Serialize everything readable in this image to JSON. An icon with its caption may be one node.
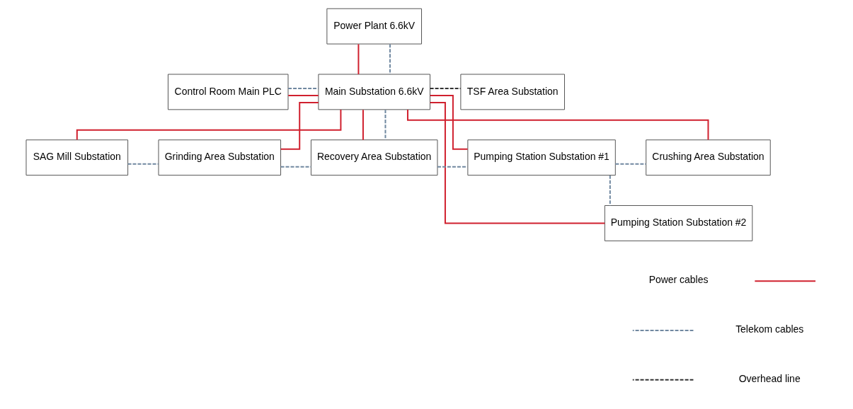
{
  "diagram": {
    "nodes": [
      {
        "text": [
          "Power Plant 6.6kV"
        ]
      },
      {
        "text": [
          "Control Room Main PLC"
        ]
      },
      {
        "text": [
          "Main Substation 6.6kV"
        ]
      },
      {
        "text": [
          "TSF Area Substation"
        ]
      },
      {
        "text": [
          "SAG Mill Substation"
        ]
      },
      {
        "text": [
          "Grinding Area Substation"
        ]
      },
      {
        "text": [
          "Recovery Area Substation"
        ]
      },
      {
        "text": [
          "Pumping Station Substation #1"
        ]
      },
      {
        "text": [
          "Crushing Area Substation"
        ]
      },
      {
        "text": [
          "Pumping Station Substation #2"
        ]
      }
    ],
    "edges": [
      {
        "from": 0,
        "to": 2,
        "arrow": "none",
        "color": "#d0202e"
      },
      {
        "from": 0,
        "to": 2,
        "arrow": "none",
        "style": "dashed",
        "color": "#7088a0"
      },
      {
        "from": 1,
        "to": 2,
        "arrow": "none",
        "style": "dashed",
        "color": "#7088a0"
      },
      {
        "from": 2,
        "to": 3,
        "arrow": "none",
        "style": "dashed",
        "color": "#333333"
      },
      {
        "from": 2,
        "to": 1,
        "arrow": "none",
        "color": "#d0202e"
      },
      {
        "from": 2,
        "to": 4,
        "arrow": "none",
        "color": "#d0202e"
      },
      {
        "from": 2,
        "to": 5,
        "arrow": "none",
        "color": "#d0202e"
      },
      {
        "from": 2,
        "to": 6,
        "arrow": "none",
        "color": "#d0202e"
      },
      {
        "from": 2,
        "to": 6,
        "arrow": "none",
        "style": "dashed",
        "color": "#7088a0"
      },
      {
        "from": 2,
        "to": 7,
        "arrow": "none",
        "color": "#d0202e"
      },
      {
        "from": 2,
        "to": 9,
        "arrow": "none",
        "color": "#d0202e"
      },
      {
        "from": 2,
        "to": 8,
        "arrow": "none",
        "color": "#d0202e"
      },
      {
        "from": 4,
        "to": 5,
        "arrow": "none",
        "style": "dashed",
        "color": "#7088a0"
      },
      {
        "from": 5,
        "to": 6,
        "arrow": "none",
        "style": "dashed",
        "color": "#7088a0"
      },
      {
        "from": 6,
        "to": 7,
        "arrow": "none",
        "style": "dashed",
        "color": "#7088a0"
      },
      {
        "from": 7,
        "to": 8,
        "arrow": "none",
        "style": "dashed",
        "color": "#7088a0"
      },
      {
        "from": 7,
        "to": 9,
        "arrow": "none",
        "style": "dashed",
        "color": "#7088a0"
      }
    ],
    "legend": [
      {
        "text": "Power cables"
      },
      {
        "text": "Telekom cables"
      },
      {
        "text": "Overhead line"
      }
    ]
  }
}
